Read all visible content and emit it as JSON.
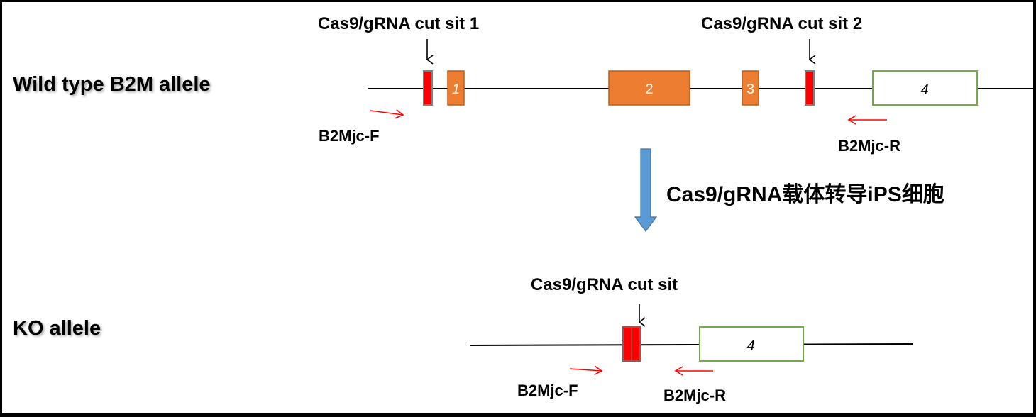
{
  "wild_type": {
    "title": "Wild type B2M allele",
    "cut_site_1": "Cas9/gRNA cut sit 1",
    "cut_site_2": "Cas9/gRNA cut sit 2",
    "exons": [
      {
        "label": "1",
        "type": "coding"
      },
      {
        "label": "2",
        "type": "coding"
      },
      {
        "label": "3",
        "type": "coding"
      },
      {
        "label": "4",
        "type": "utr"
      }
    ],
    "primer_forward": "B2Mjc-F",
    "primer_reverse": "B2Mjc-R"
  },
  "transition": {
    "label": "Cas9/gRNA载体转导iPS细胞"
  },
  "knockout": {
    "title": "KO allele",
    "cut_site": "Cas9/gRNA cut sit",
    "exons": [
      {
        "label": "4",
        "type": "utr"
      }
    ],
    "primer_forward": "B2Mjc-F",
    "primer_reverse": "B2Mjc-R"
  },
  "colors": {
    "coding_exon": "#ED7D31",
    "coding_exon_border": "#B85D1E",
    "cut_site": "#FF0000",
    "cut_site_border": "#7F7F7F",
    "utr_border": "#70AD47",
    "primer_arrow": "#FF0000",
    "process_arrow": "#5B9BD5",
    "process_arrow_border": "#41719C"
  }
}
